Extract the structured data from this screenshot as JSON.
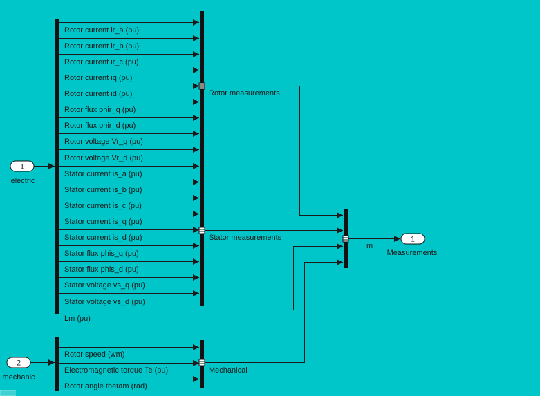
{
  "colors": {
    "background": "#00c6c9",
    "line": "#1a1a1a",
    "port_fill": "#ffffff"
  },
  "ports": {
    "in1": {
      "number": "1",
      "label": "electric"
    },
    "in2": {
      "number": "2",
      "label": "mechanic"
    },
    "out1": {
      "number": "1",
      "label": "Measurements"
    }
  },
  "signals": {
    "rotor": [
      "Rotor current ir_a (pu)",
      "Rotor current ir_b (pu)",
      "Rotor current ir_c (pu)",
      "Rotor current  iq (pu)",
      "Rotor current  id (pu)",
      "Rotor flux phir_q (pu)",
      "Rotor flux phir_d (pu)",
      "Rotor voltage Vr_q (pu)",
      "Rotor voltage Vr_d (pu)"
    ],
    "stator": [
      "Stator current is_a (pu)",
      "Stator current is_b (pu)",
      "Stator current is_c (pu)",
      "Stator current is_q (pu)",
      "Stator current is_d (pu)",
      "Stator flux phis_q (pu)",
      "Stator flux phis_d (pu)",
      "Stator voltage vs_q (pu)",
      "Stator voltage vs_d (pu)"
    ],
    "lm": "Lm (pu)",
    "mechanical": [
      "Rotor speed (wm)",
      "Electromagnetic torque Te (pu)",
      "Rotor angle thetam (rad)"
    ]
  },
  "buses": {
    "rotor_measurements": "Rotor measurements",
    "stator_measurements": "Stator measurements",
    "mechanical": "Mechanical",
    "output": "m"
  }
}
